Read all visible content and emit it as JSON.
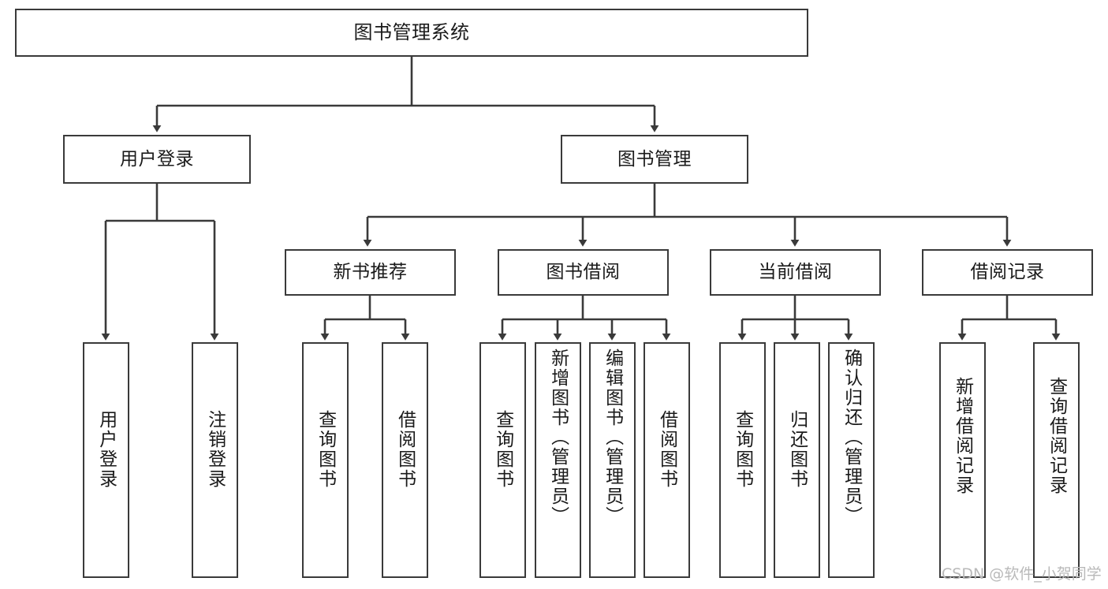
{
  "diagram": {
    "title": "图书管理系统",
    "type": "tree-hierarchy",
    "watermark": "CSDN @软件_小贺同学",
    "colors": {
      "background": "#ffffff",
      "box_border": "#3a3a3a",
      "box_fill": "#ffffff",
      "text": "#1a1a1a",
      "edge": "#3a3a3a",
      "watermark": "#b9b9b9"
    }
  },
  "nodes": {
    "root": {
      "label": "图书管理系统"
    },
    "level1": [
      {
        "id": "user-login",
        "label": "用户登录"
      },
      {
        "id": "book-management",
        "label": "图书管理"
      }
    ],
    "level2": [
      {
        "id": "new-book-recommend",
        "label": "新书推荐"
      },
      {
        "id": "book-borrow",
        "label": "图书借阅"
      },
      {
        "id": "current-borrow",
        "label": "当前借阅"
      },
      {
        "id": "borrow-record",
        "label": "借阅记录"
      }
    ],
    "leaves": {
      "user_login": [
        {
          "id": "leaf-user-login",
          "label": "用户登录"
        },
        {
          "id": "leaf-logout-login",
          "label": "注销登录"
        }
      ],
      "new_book_recommend": [
        {
          "id": "leaf-query-book-1",
          "label": "查询图书"
        },
        {
          "id": "leaf-borrow-book-1",
          "label": "借阅图书"
        }
      ],
      "book_borrow": [
        {
          "id": "leaf-query-book-2",
          "label": "查询图书"
        },
        {
          "id": "leaf-add-book",
          "label": "新增图书（管理员）"
        },
        {
          "id": "leaf-edit-book",
          "label": "编辑图书（管理员）"
        },
        {
          "id": "leaf-borrow-book-2",
          "label": "借阅图书"
        }
      ],
      "current_borrow": [
        {
          "id": "leaf-query-book-3",
          "label": "查询图书"
        },
        {
          "id": "leaf-return-book",
          "label": "归还图书"
        },
        {
          "id": "leaf-confirm-return",
          "label": "确认归还（管理员）"
        }
      ],
      "borrow_record": [
        {
          "id": "leaf-add-record",
          "label": "新增借阅记录"
        },
        {
          "id": "leaf-query-record",
          "label": "查询借阅记录"
        }
      ]
    }
  }
}
